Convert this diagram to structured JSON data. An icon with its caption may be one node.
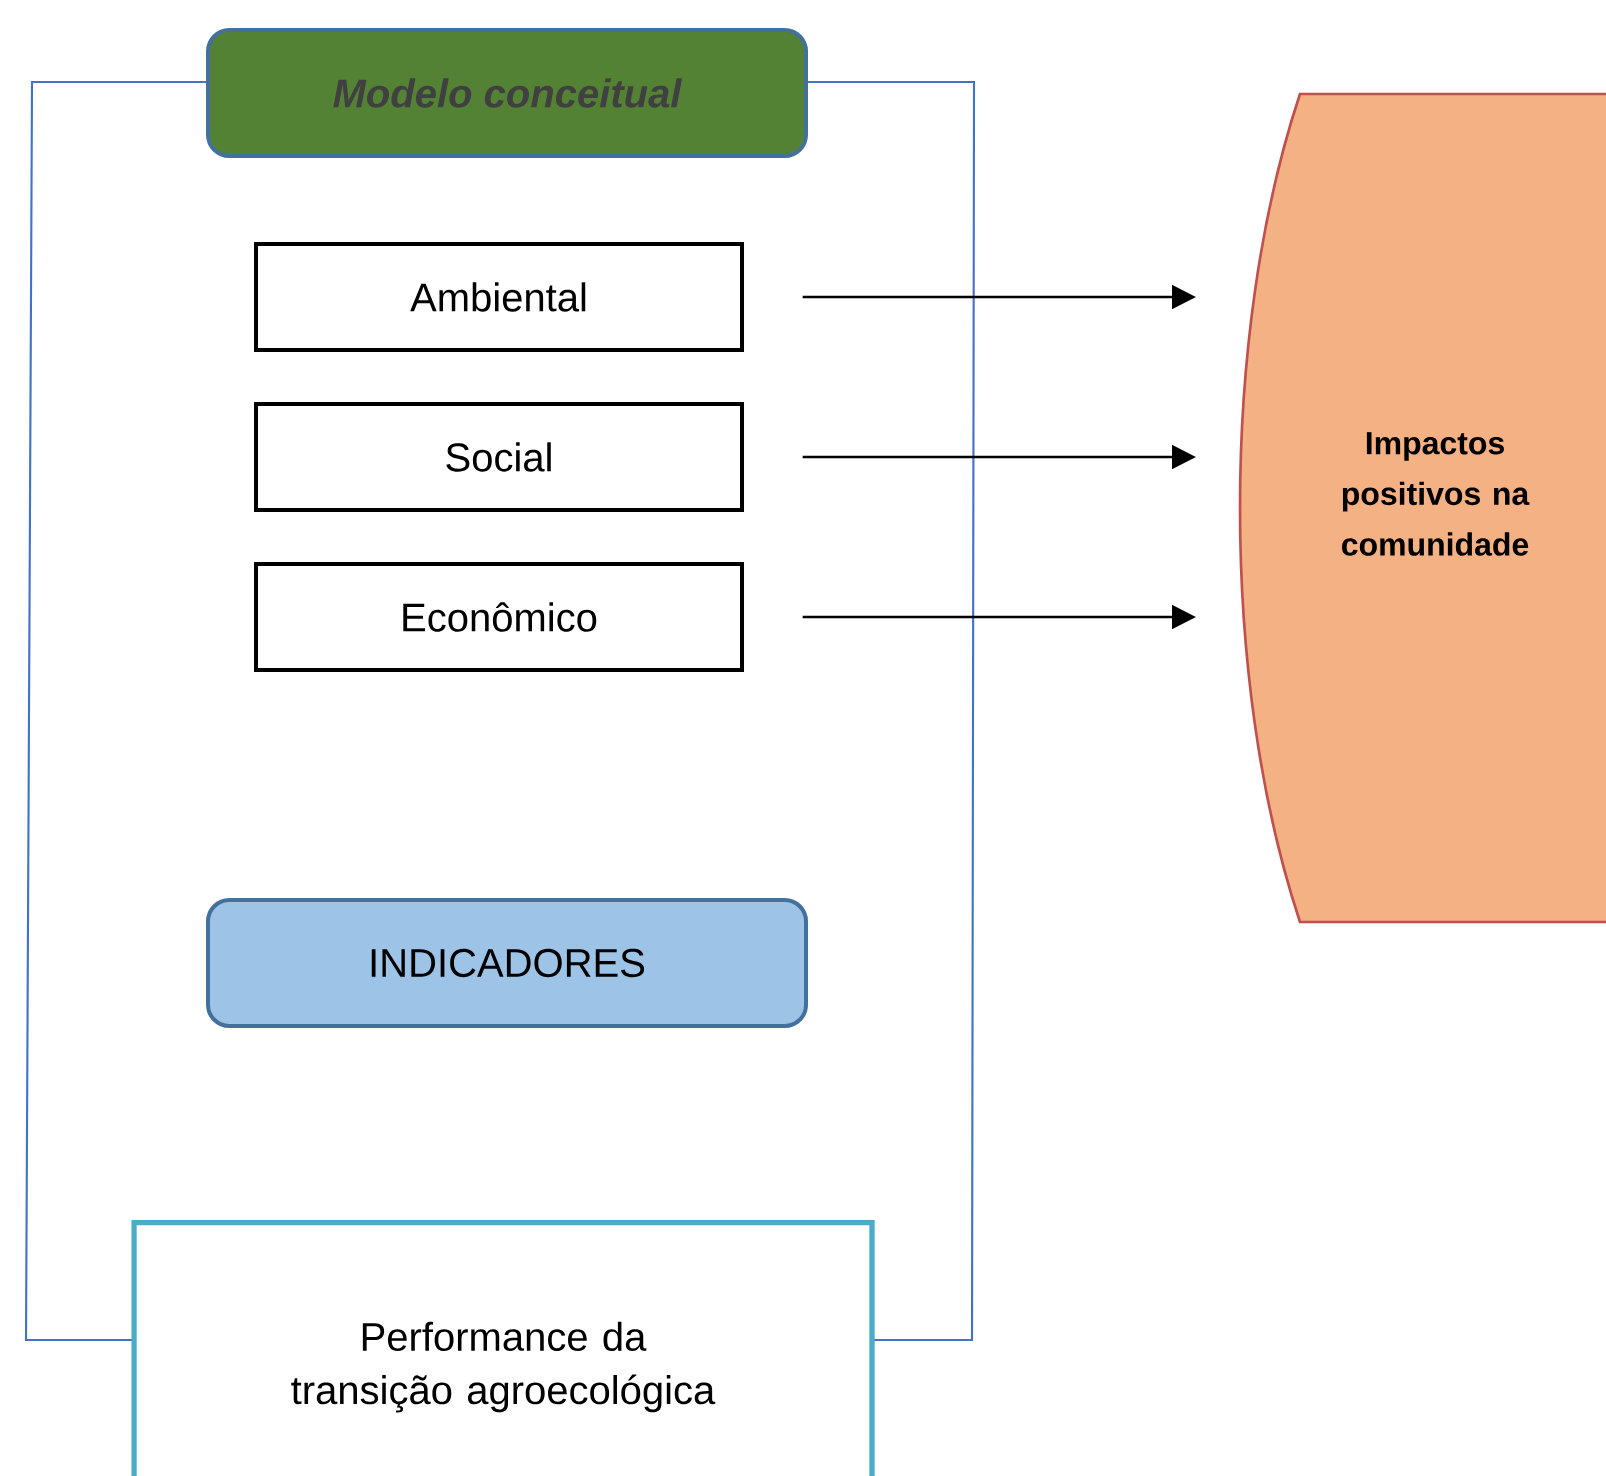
{
  "diagram": {
    "nodes": [
      {
        "text": [
          "Modelo conceitual"
        ]
      },
      {
        "text": [
          "Ambiental"
        ]
      },
      {
        "text": [
          "Social"
        ]
      },
      {
        "text": [
          "Econômico"
        ]
      },
      {
        "text": [
          "INDICADORES"
        ]
      },
      {
        "text": [
          "Performance da transição agroecológica"
        ]
      },
      {
        "text": [
          "Impactos positivos na comunidade"
        ]
      }
    ],
    "edges": [
      {
        "from": 1,
        "to": 6,
        "arrow": "to"
      },
      {
        "from": 2,
        "to": 6,
        "arrow": "to"
      },
      {
        "from": 3,
        "to": 6,
        "arrow": "to"
      }
    ]
  }
}
